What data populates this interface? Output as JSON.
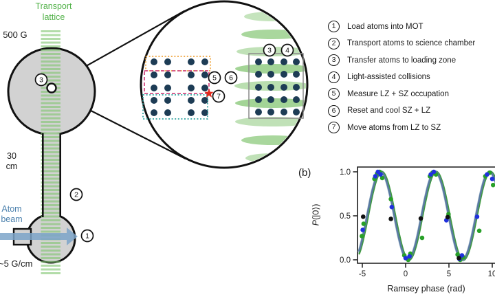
{
  "steps": [
    {
      "num": "1",
      "text": "Load atoms into MOT"
    },
    {
      "num": "2",
      "text": "Transport atoms to science chamber"
    },
    {
      "num": "3",
      "text": "Transfer atoms to loading zone"
    },
    {
      "num": "4",
      "text": "Light-assisted collisions"
    },
    {
      "num": "5",
      "text": "Measure LZ + SZ occupation"
    },
    {
      "num": "6",
      "text": "Reset and cool SZ + LZ"
    },
    {
      "num": "7",
      "text": "Move atoms from LZ to SZ"
    }
  ],
  "left_diagram": {
    "lattice_label_line1": "Transport",
    "lattice_label_line2": "lattice",
    "field_label": "= 500 G",
    "distance_line1": "30",
    "distance_line2": "cm",
    "beam_line1": "Atom",
    "beam_line2": "beam",
    "gradient_label": "~5 G/cm",
    "markers": [
      {
        "label": "3",
        "x": 60,
        "y": 116
      },
      {
        "label": "2",
        "x": 111,
        "y": 283
      },
      {
        "label": "1",
        "x": 127,
        "y": 343
      }
    ],
    "colors": {
      "chamber_fill": "#d2d2d2",
      "lattice_green": "#7fc46e",
      "beam_arrow": "#7da5c9",
      "beam_text": "#4b80ad"
    }
  },
  "magnifier": {
    "markers": [
      {
        "label": "5",
        "x": 312,
        "y": 113
      },
      {
        "label": "6",
        "x": 336,
        "y": 113
      },
      {
        "label": "7",
        "x": 318,
        "y": 140
      },
      {
        "label": "3",
        "x": 392,
        "y": 73
      },
      {
        "label": "4",
        "x": 418,
        "y": 73
      }
    ],
    "storage_zone": {
      "rows": 5,
      "cols": 4
    },
    "loading_zone": {
      "rows": 5,
      "cols": 4
    },
    "colors": {
      "atom_dot": "#1d3c55",
      "orange_box": "#f0a43c",
      "magenta_box": "#d24b82",
      "teal_box": "#2fa3a0",
      "star": "#e02a1e",
      "lattice_green": "#8cc97c",
      "square_border": "#8a8a8a"
    }
  },
  "chart_data": {
    "type": "scatter",
    "panel_label": "(b)",
    "xlabel": "Ramsey phase (rad)",
    "ylabel_italic": "P",
    "ylabel_rest": "(|0⟩)",
    "xticks": [
      -5,
      0,
      5,
      10
    ],
    "yticks": [
      "0.0",
      "0.5",
      "1.0"
    ],
    "ytick_values": [
      0.0,
      0.5,
      1.0
    ],
    "xlim": [
      -5.6,
      10.35
    ],
    "ylim": [
      -0.05,
      1.09
    ],
    "grid": false,
    "legend": "none",
    "fit": {
      "model": "P = 0.5 - 0.5*cos(phi - 0.3)",
      "offset": 0.5,
      "amplitude": 0.5,
      "curves": [
        {
          "color": "#9fb6ce",
          "width": 4.6,
          "phase": 0.3
        },
        {
          "color": "#3f9b3f",
          "width": 2.4,
          "phase": 0.4
        },
        {
          "color": "#5a7aa0",
          "width": 2.6,
          "phase": 0.27
        }
      ]
    },
    "series": [
      {
        "name": "green",
        "color": "#28a028",
        "points": [
          [
            -5.05,
            0.27
          ],
          [
            -4.85,
            0.41
          ],
          [
            -3.6,
            0.92
          ],
          [
            -3.3,
            0.98
          ],
          [
            -3.0,
            1.0
          ],
          [
            -2.7,
            0.93
          ],
          [
            -1.7,
            0.69
          ],
          [
            -0.15,
            0.05
          ],
          [
            0.2,
            0.01
          ],
          [
            0.3,
            0.0
          ],
          [
            0.55,
            0.07
          ],
          [
            1.9,
            0.25
          ],
          [
            2.8,
            0.95
          ],
          [
            3.1,
            0.99
          ],
          [
            3.5,
            0.97
          ],
          [
            4.95,
            0.52
          ],
          [
            6.0,
            0.06
          ],
          [
            6.3,
            0.0
          ],
          [
            6.65,
            0.03
          ],
          [
            8.5,
            0.33
          ],
          [
            9.2,
            0.95
          ],
          [
            9.7,
            0.99
          ],
          [
            10.1,
            0.85
          ]
        ]
      },
      {
        "name": "blue",
        "color": "#2030dd",
        "points": [
          [
            -4.95,
            0.34
          ],
          [
            -3.5,
            0.95
          ],
          [
            -3.2,
            1.0
          ],
          [
            -2.9,
            0.97
          ],
          [
            -1.6,
            0.6
          ],
          [
            0.0,
            0.02
          ],
          [
            0.45,
            0.04
          ],
          [
            2.9,
            0.97
          ],
          [
            3.25,
            1.0
          ],
          [
            4.7,
            0.45
          ],
          [
            6.2,
            0.01
          ],
          [
            6.5,
            0.05
          ],
          [
            8.25,
            0.49
          ],
          [
            9.4,
            0.97
          ],
          [
            10.0,
            0.92
          ]
        ]
      },
      {
        "name": "black",
        "color": "#111111",
        "points": [
          [
            -4.9,
            0.49
          ],
          [
            -1.7,
            0.465
          ],
          [
            1.75,
            0.47
          ],
          [
            4.85,
            0.485
          ],
          [
            6.15,
            0.02
          ]
        ]
      }
    ]
  }
}
